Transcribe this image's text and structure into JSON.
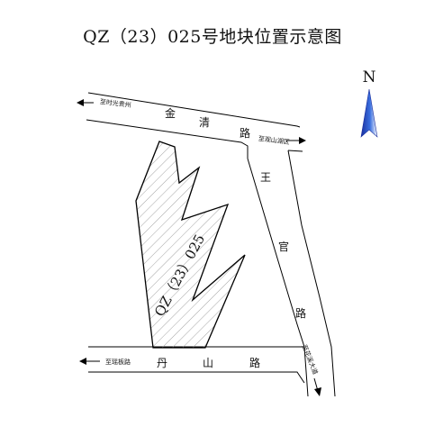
{
  "title": "QZ（23）025号地块位置示意图",
  "north_label": "N",
  "parcel_label": "QZ（23）025",
  "roads": {
    "jinqing": [
      "金",
      "清",
      "路"
    ],
    "wangguan": [
      "王",
      "官",
      "路"
    ],
    "danshan": [
      "丹",
      "山",
      "路"
    ]
  },
  "directions": {
    "to_shiguang": "至时光贵州",
    "to_guanshanhu": "至观山湖区",
    "to_huaxi": "至花溪大道",
    "to_zhaoxi": "至瑶板路"
  },
  "colors": {
    "line": "#000000",
    "hatch": "#9a9a9a",
    "north_arrow": "#1f3fbf"
  }
}
